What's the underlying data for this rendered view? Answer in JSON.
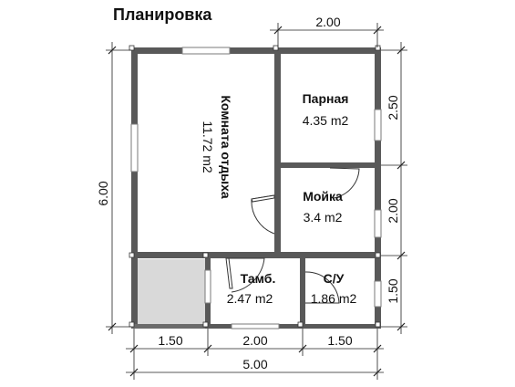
{
  "title": "Планировка",
  "rooms": {
    "rest": {
      "name": "Комната отдыха",
      "area": "11.72 m2"
    },
    "steam": {
      "name": "Парная",
      "area": "4.35 m2"
    },
    "wash": {
      "name": "Мойка",
      "area": "3.4 m2"
    },
    "vestibule": {
      "name": "Тамб.",
      "area": "2.47 m2"
    },
    "wc": {
      "name": "С/У",
      "area": "1.86 m2"
    }
  },
  "dimensions": {
    "top": "2.00",
    "left": "6.00",
    "right": [
      "2.50",
      "2.00",
      "1.50"
    ],
    "bottom": [
      "1.50",
      "2.00",
      "1.50"
    ],
    "overall": "5.00"
  },
  "colors": {
    "wall": "#595959",
    "porch": "#d9d9d9",
    "background": "#ffffff"
  }
}
